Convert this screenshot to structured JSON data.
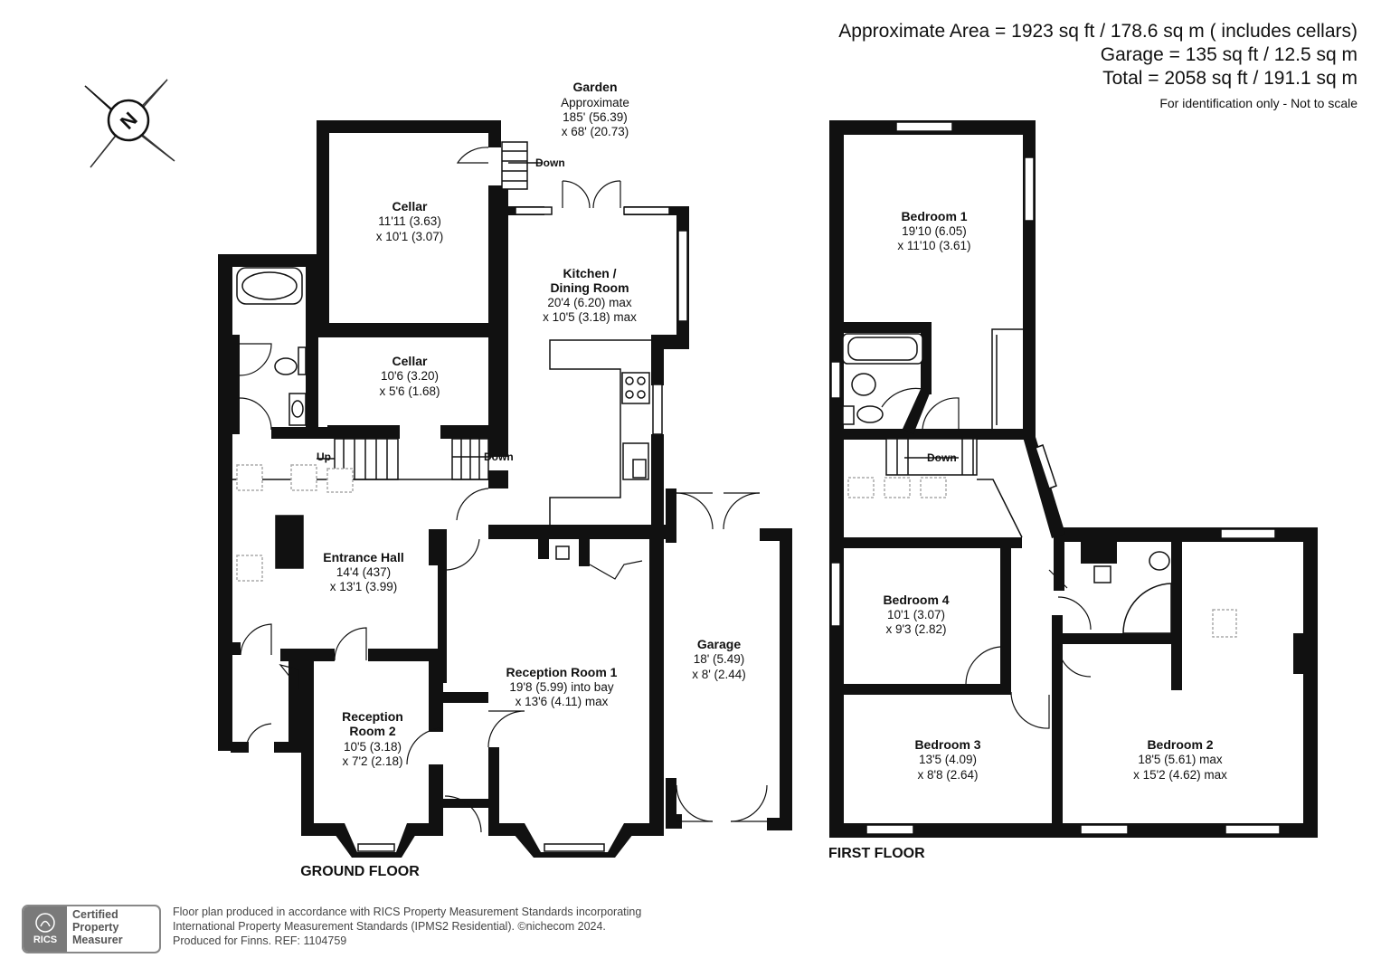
{
  "header": {
    "area_line": "Approximate Area = 1923 sq ft / 178.6 sq m ( includes cellars)",
    "garage_line": "Garage = 135 sq ft / 12.5 sq m",
    "total_line": "Total = 2058 sq ft / 191.1 sq m",
    "note": "For identification only - Not to scale"
  },
  "compass": {
    "letter": "N"
  },
  "garden": {
    "name": "Garden",
    "line1": "Approximate",
    "line2": "185' (56.39)",
    "line3": "x 68' (20.73)"
  },
  "ground_floor": {
    "label": "GROUND FLOOR",
    "cellar1": {
      "name": "Cellar",
      "dim1": "11'11 (3.63)",
      "dim2": "x 10'1 (3.07)"
    },
    "cellar2": {
      "name": "Cellar",
      "dim1": "10'6 (3.20)",
      "dim2": "x 5'6 (1.68)"
    },
    "kitchen": {
      "name1": "Kitchen /",
      "name2": "Dining Room",
      "dim1": "20'4 (6.20) max",
      "dim2": "x 10'5 (3.18) max"
    },
    "hall": {
      "name": "Entrance Hall",
      "dim1": "14'4 (437)",
      "dim2": "x 13'1 (3.99)"
    },
    "reception1": {
      "name": "Reception Room 1",
      "dim1": "19'8 (5.99) into bay",
      "dim2": "x 13'6 (4.11) max"
    },
    "reception2": {
      "name1": "Reception",
      "name2": "Room 2",
      "dim1": "10'5 (3.18)",
      "dim2": "x 7'2 (2.18)"
    },
    "garage": {
      "name": "Garage",
      "dim1": "18' (5.49)",
      "dim2": "x 8' (2.44)"
    },
    "stairs": {
      "up": "Up",
      "down_cellar": "Down",
      "down_garden": "Down"
    }
  },
  "first_floor": {
    "label": "FIRST FLOOR",
    "bedroom1": {
      "name": "Bedroom 1",
      "dim1": "19'10 (6.05)",
      "dim2": "x 11'10 (3.61)"
    },
    "bedroom2": {
      "name": "Bedroom 2",
      "dim1": "18'5 (5.61) max",
      "dim2": "x 15'2 (4.62) max"
    },
    "bedroom3": {
      "name": "Bedroom 3",
      "dim1": "13'5 (4.09)",
      "dim2": "x 8'8 (2.64)"
    },
    "bedroom4": {
      "name": "Bedroom 4",
      "dim1": "10'1 (3.07)",
      "dim2": "x 9'3 (2.82)"
    },
    "stairs_down": "Down"
  },
  "footer": {
    "badge_l1": "Certified",
    "badge_l2": "Property",
    "badge_l3": "Measurer",
    "badge_logo": "RICS",
    "line1": "Floor plan produced in accordance with RICS Property Measurement Standards incorporating",
    "line2": "International Property Measurement Standards (IPMS2 Residential).   ©nichecom 2024.",
    "line3": "Produced for Finns.   REF: 1104759"
  }
}
